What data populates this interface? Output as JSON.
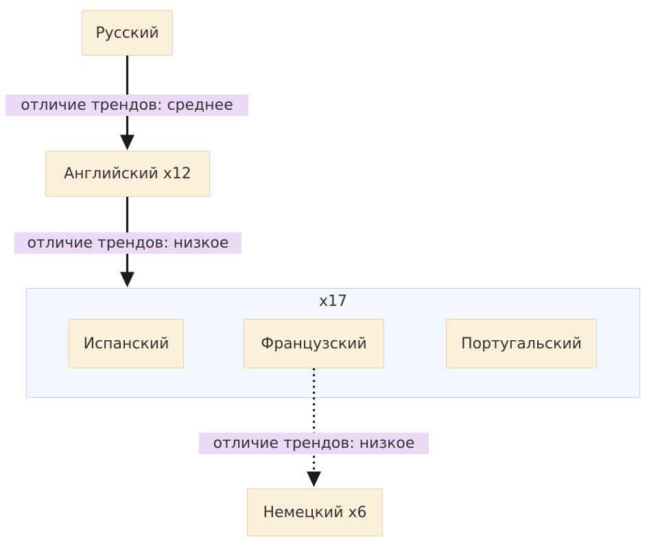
{
  "diagram": {
    "type": "flowchart-top-down",
    "nodes": {
      "russian": {
        "label": "Русский"
      },
      "english": {
        "label": "Английский x12"
      },
      "spanish": {
        "label": "Испанский"
      },
      "french": {
        "label": "Французский"
      },
      "portuguese": {
        "label": "Португальский"
      },
      "german": {
        "label": "Немецкий x6"
      }
    },
    "subgraph": {
      "title": "x17",
      "members": [
        "Испанский",
        "Французский",
        "Португальский"
      ]
    },
    "edges": [
      {
        "from": "Русский",
        "to": "Английский x12",
        "label": "отличие трендов: среднее",
        "style": "solid"
      },
      {
        "from": "Английский x12",
        "to": "x17",
        "label": "отличие трендов: низкое",
        "style": "solid"
      },
      {
        "from": "Французский",
        "to": "Немецкий x6",
        "label": "отличие трендов: низкое",
        "style": "dotted"
      }
    ],
    "colors": {
      "node_fill": "#fbf0da",
      "node_border": "#e8d3a5",
      "edge_label_bg": "#ecd8f7",
      "subgraph_fill": "#f2f6fd",
      "subgraph_border": "#c6d3ee",
      "text": "#333333",
      "arrow": "#1c1c1c"
    }
  }
}
